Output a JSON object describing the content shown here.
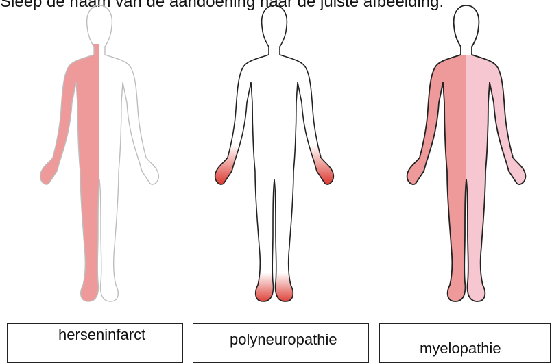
{
  "instruction": "Sleep de naam van de aandoening naar de juiste afbeelding.",
  "colors": {
    "shade_strong": "#ef9a9a",
    "shade_light": "#f6c6d1",
    "distal_red": "#d8281e",
    "outline": "#222222"
  },
  "figures": [
    {
      "icon": "body-half-shaded-icon",
      "pattern": "left-half"
    },
    {
      "icon": "body-hands-feet-icon",
      "pattern": "hands-and-feet"
    },
    {
      "icon": "body-below-neck-icon",
      "pattern": "below-neck"
    }
  ],
  "labels": [
    "herseninfarct",
    "polyneuropathie",
    "myelopathie"
  ]
}
